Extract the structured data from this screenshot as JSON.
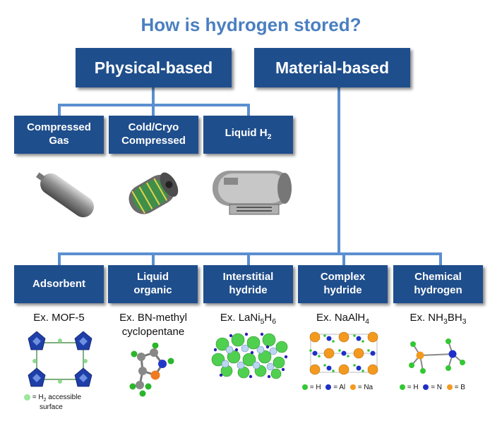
{
  "title": "How is hydrogen stored?",
  "top": {
    "physical": "Physical-based",
    "material": "Material-based"
  },
  "physical_children": [
    {
      "l1": "Compressed",
      "l2": "Gas"
    },
    {
      "l1": "Cold/Cryo",
      "l2": "Compressed"
    },
    {
      "pre": "Liquid H",
      "sub": "2"
    }
  ],
  "material_children": [
    {
      "l1": "Adsorbent",
      "l2": ""
    },
    {
      "l1": "Liquid",
      "l2": "organic"
    },
    {
      "l1": "Interstitial",
      "l2": "hydride"
    },
    {
      "l1": "Complex",
      "l2": "hydride"
    },
    {
      "l1": "Chemical",
      "l2": "hydrogen"
    }
  ],
  "examples": {
    "mof": "Ex. MOF-5",
    "bn": {
      "l1": "Ex. BN-methyl",
      "l2": "cyclopentane"
    },
    "lani": {
      "a": "Ex. LaNi",
      "b": "5",
      "c": "H",
      "d": "6"
    },
    "naalh": {
      "a": "Ex. NaAlH",
      "b": "4"
    },
    "nh3bh3": {
      "a": "Ex. NH",
      "b": "3",
      "c": "BH",
      "d": "3"
    }
  },
  "legends": {
    "mof": {
      "a": "= H",
      "b": "2",
      "c": " accessible",
      "d": "surface"
    },
    "naalh": {
      "h": "= H",
      "al": "= Al",
      "na": "= Na"
    },
    "nh3bh3": {
      "h": "= H",
      "n": "= N",
      "b": "= B"
    }
  },
  "colors": {
    "box": "#1f4e8c",
    "line": "#5b8fd0",
    "title": "#4a7fc1"
  }
}
